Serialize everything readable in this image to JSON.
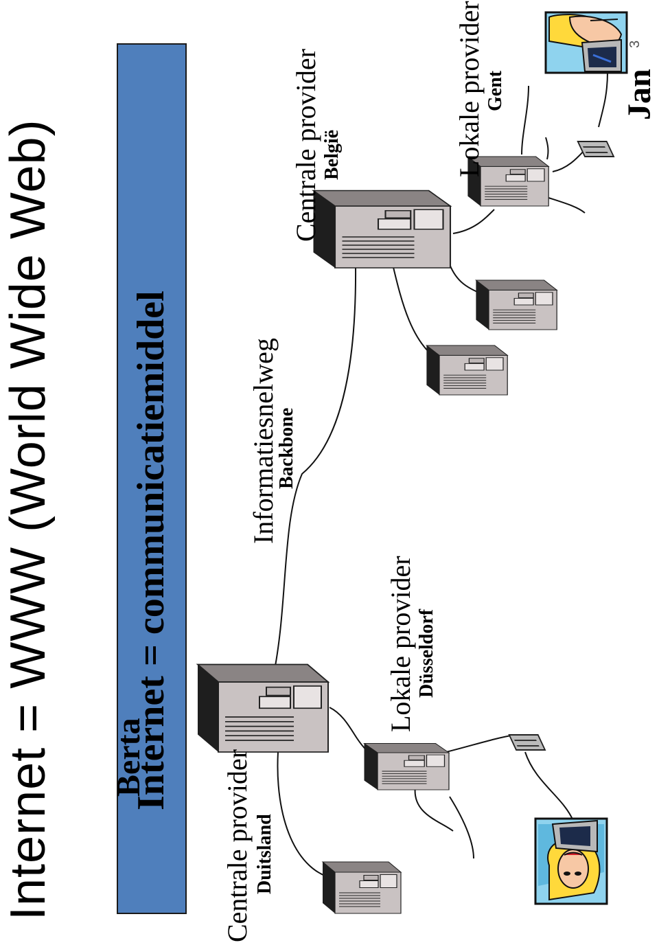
{
  "slide": {
    "title": "Internet = WWW (World Wide Web)",
    "page_number": "3"
  },
  "banner": {
    "text": "Internet = communicatiemiddel",
    "color": "#4f7fbc"
  },
  "labels": {
    "central_de": {
      "title": "Centrale provider",
      "sub": "Duitsland"
    },
    "central_be": {
      "title": "Centrale provider",
      "sub": "België"
    },
    "local_de": {
      "title": "Lokale provider",
      "sub": "Düsseldorf"
    },
    "local_be": {
      "title": "Lokale provider",
      "sub": "Gent"
    },
    "backbone": {
      "title": "Informatiesnelweg",
      "sub": "Backbone"
    }
  },
  "people": {
    "left": "Berta",
    "right": "Jan"
  },
  "icons": [
    "server-tower-icon",
    "modem-icon",
    "woman-at-computer-icon",
    "man-at-computer-icon"
  ]
}
